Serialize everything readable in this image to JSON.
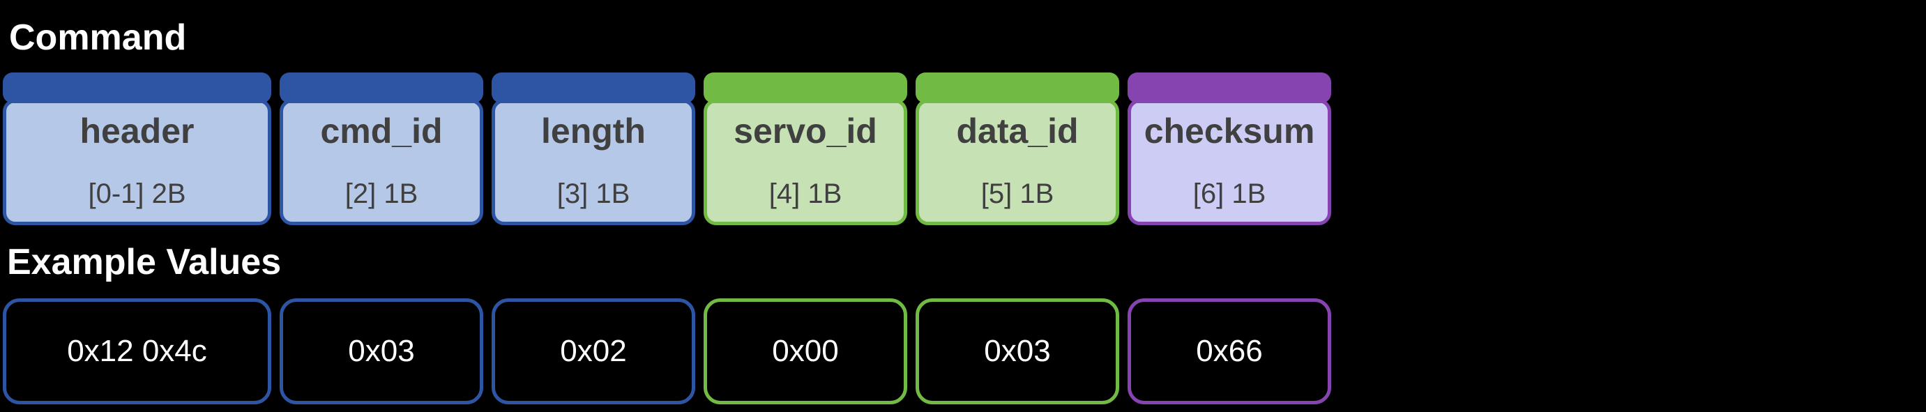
{
  "headings": {
    "command": "Command",
    "example_values": "Example Values"
  },
  "palette": {
    "background": "#000000",
    "heading_text": "#ffffff",
    "field_text": "#404040",
    "value_text": "#ffffff",
    "blue_dark": "#2E55A4",
    "blue_light": "#B5C8E8",
    "green_dark": "#71BA44",
    "green_light": "#C6E2B5",
    "purple_dark": "#8544AF",
    "purple_light": "#CCCCF5"
  },
  "fields": [
    {
      "name": "header",
      "bytes": "[0-1] 2B",
      "example": "0x12 0x4c",
      "color_group": "blue"
    },
    {
      "name": "cmd_id",
      "bytes": "[2] 1B",
      "example": "0x03",
      "color_group": "blue"
    },
    {
      "name": "length",
      "bytes": "[3] 1B",
      "example": "0x02",
      "color_group": "blue"
    },
    {
      "name": "servo_id",
      "bytes": "[4] 1B",
      "example": "0x00",
      "color_group": "green"
    },
    {
      "name": "data_id",
      "bytes": "[5] 1B",
      "example": "0x03",
      "color_group": "green"
    },
    {
      "name": "checksum",
      "bytes": "[6] 1B",
      "example": "0x66",
      "color_group": "purple"
    }
  ]
}
